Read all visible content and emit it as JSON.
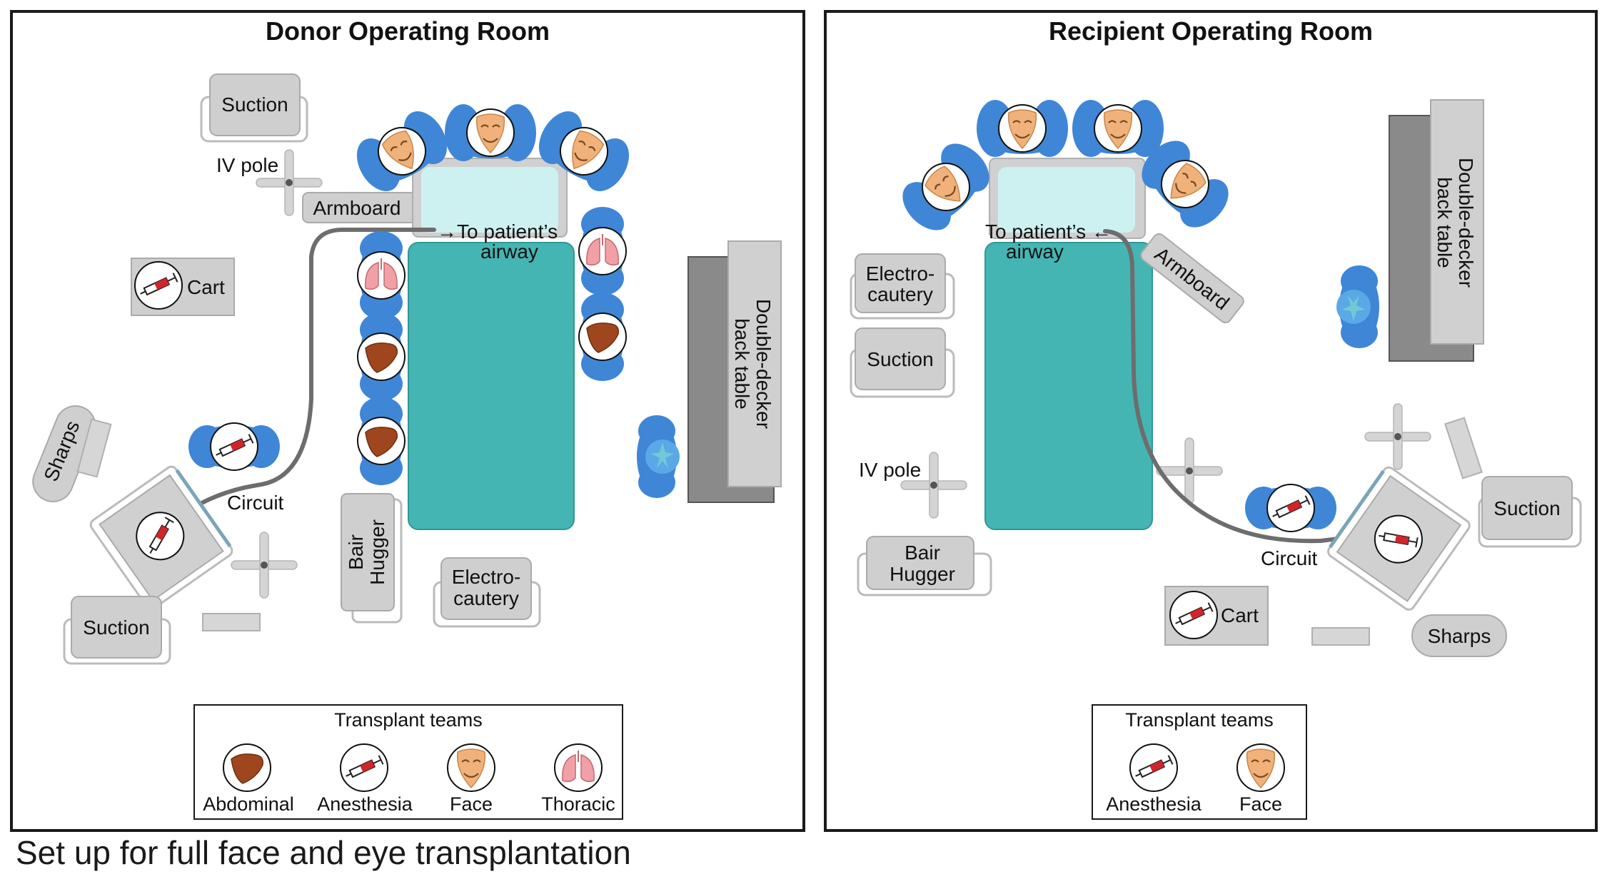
{
  "donor_room": {
    "title": "Donor Operating Room",
    "labels": {
      "suction_top": "Suction",
      "iv_pole": "IV pole",
      "armboard": "Armboard",
      "airway_line1": "→To patient’s",
      "airway_line2": "airway",
      "cart": "Cart",
      "sharps": "Sharps",
      "circuit": "Circuit",
      "suction_bottom": "Suction",
      "bair_hugger_line1": "Bair",
      "bair_hugger_line2": "Hugger",
      "electrocautery_line1": "Electro-",
      "electrocautery_line2": "cautery",
      "back_table_line1": "Double-decker",
      "back_table_line2": "back table"
    },
    "legend": {
      "title": "Transplant teams",
      "items": [
        {
          "label": "Abdominal",
          "icon": "liver-icon"
        },
        {
          "label": "Anesthesia",
          "icon": "syringe-icon"
        },
        {
          "label": "Face",
          "icon": "face-icon"
        },
        {
          "label": "Thoracic",
          "icon": "lungs-icon"
        }
      ]
    }
  },
  "recipient_room": {
    "title": "Recipient Operating Room",
    "labels": {
      "airway_line1": "To patient’s ←",
      "airway_line2": "airway",
      "armboard": "Armboard",
      "electrocautery_line1": "Electro-",
      "electrocautery_line2": "cautery",
      "suction_left": "Suction",
      "iv_pole": "IV pole",
      "bair_hugger_line1": "Bair",
      "bair_hugger_line2": "Hugger",
      "back_table_line1": "Double-decker",
      "back_table_line2": "back table",
      "suction_right": "Suction",
      "circuit": "Circuit",
      "cart": "Cart",
      "sharps": "Sharps"
    },
    "legend": {
      "title": "Transplant teams",
      "items": [
        {
          "label": "Anesthesia",
          "icon": "syringe-icon"
        },
        {
          "label": "Face",
          "icon": "face-icon"
        }
      ]
    }
  },
  "caption": "Set up for full face and eye transplantation",
  "colors": {
    "table": "#45b5b3",
    "pillow": "#cdf1f1",
    "equipment": "#cfcfcf",
    "scrub_blue": "#3f86d6",
    "circuit": "#6d6d6d",
    "back_table_dark": "#8a8a8a"
  }
}
